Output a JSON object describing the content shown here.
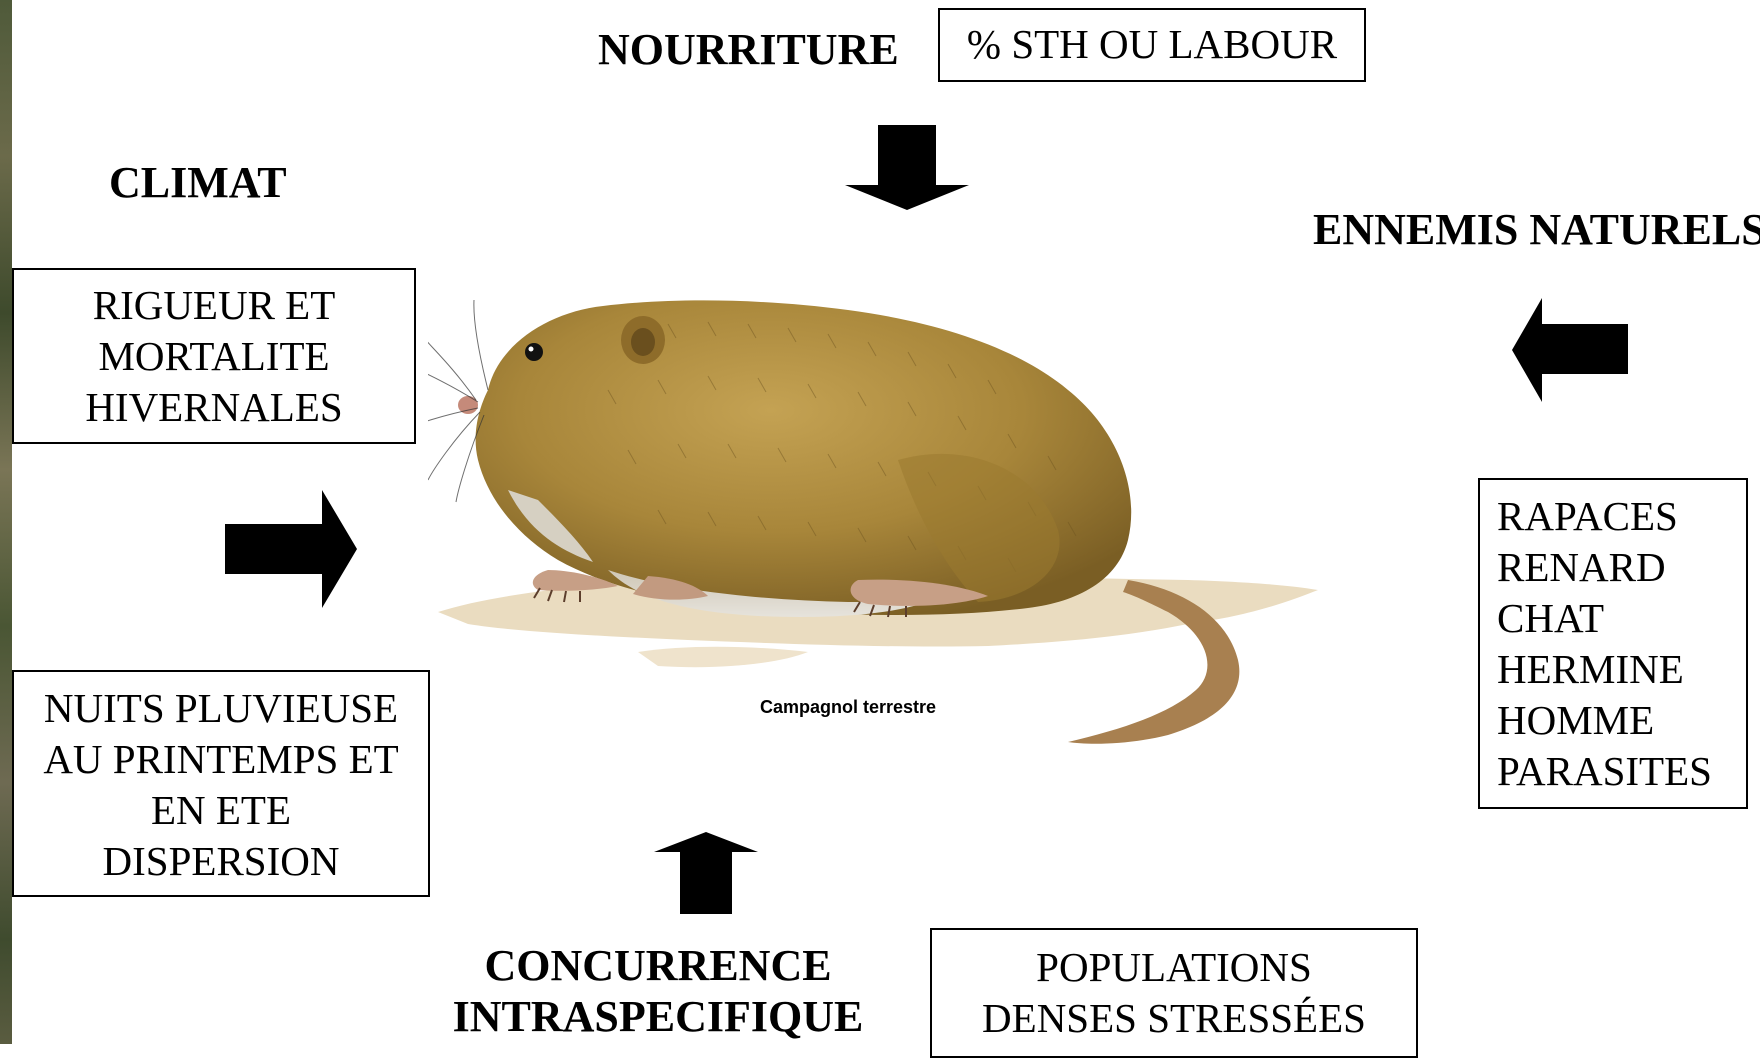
{
  "headings": {
    "nourriture": "NOURRITURE",
    "climat": "CLIMAT",
    "ennemis": "ENNEMIS NATURELS",
    "concurrence_line1": "CONCURRENCE",
    "concurrence_line2": "INTRASPECIFIQUE"
  },
  "boxes": {
    "sth": [
      "% STH OU LABOUR"
    ],
    "rigueur": [
      "RIGUEUR ET",
      "MORTALITE",
      "HIVERNALES"
    ],
    "nuits": [
      "NUITS PLUVIEUSE",
      "AU PRINTEMPS ET",
      "EN ETE",
      "DISPERSION"
    ],
    "predators": [
      "RAPACES",
      "RENARD",
      "CHAT",
      "HERMINE",
      "HOMME",
      "PARASITES"
    ],
    "populations": [
      "POPULATIONS",
      "DENSES STRESSÉES"
    ]
  },
  "illustration": {
    "caption": "Campagnol terrestre",
    "subject": "vole-illustration",
    "fur_color": "#a8863a",
    "belly_color": "#d9d6cf",
    "shadow_color": "#eadcc0"
  },
  "arrows": {
    "color": "#000000",
    "directions": {
      "top": "down",
      "left": "right",
      "right": "left",
      "bottom": "up"
    }
  }
}
